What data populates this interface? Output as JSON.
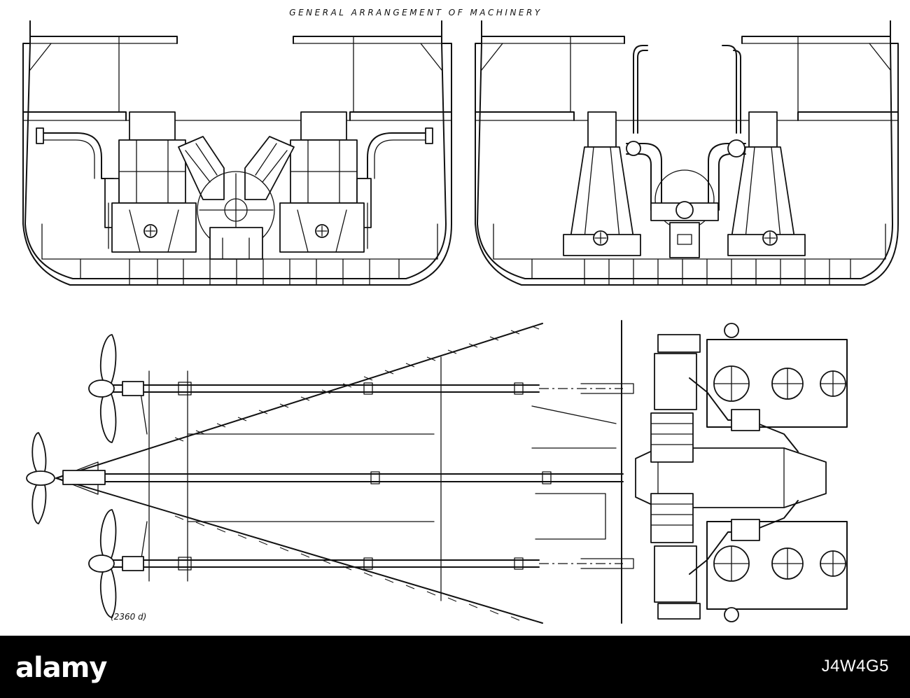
{
  "figure": {
    "title": "GENERAL ARRANGEMENT OF MACHINERY",
    "reference": "(2360 d)"
  },
  "footer": {
    "brand": "alamy",
    "stock_id": "J4W4G5",
    "background": "#000000",
    "text_color": "#ffffff"
  }
}
